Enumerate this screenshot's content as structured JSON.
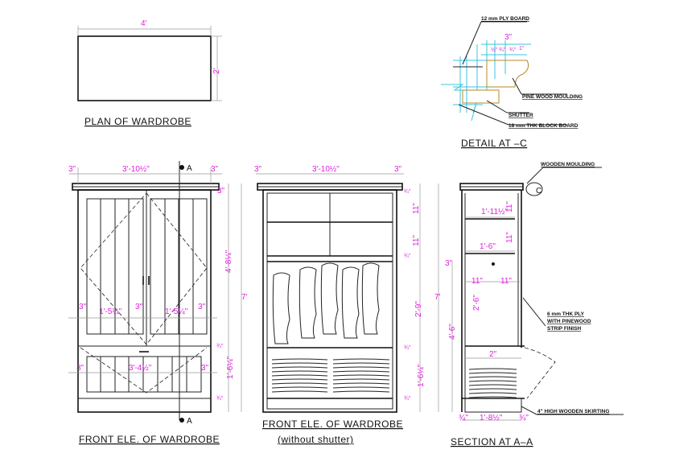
{
  "titles": {
    "plan": "PLAN OF  WARDROBE",
    "front": "FRONT ELE. OF  WARDROBE",
    "front_open": "FRONT ELE. OF WARDROBE",
    "front_open_sub": "(without shutter)",
    "section": "SECTION AT A–A",
    "detail": "DETAIL AT –C"
  },
  "plan": {
    "width": "4'",
    "depth": "2'"
  },
  "front": {
    "overall_width": "3'-10½\"",
    "side": "3\"",
    "overhang": "¾\"",
    "height": "7'",
    "upper_height": "4'-8¼\"",
    "lower_height": "1'-6¼\"",
    "door_width": "1'-5¼\"",
    "drawer_width": "3'-4½\"",
    "small": "¾\"",
    "section_mark": "A"
  },
  "front_open": {
    "overall_width": "3'-10½\"",
    "side": "3\"",
    "height": "7'",
    "shelf": "11\"",
    "hanging": "2'-9\"",
    "lower": "1'-6¼\"",
    "small": "¾\""
  },
  "section": {
    "top_depth": "1'-11½\"",
    "shelf_depth": "1'-6\"",
    "shelf_h": "11\"",
    "half": "11\"",
    "hang": "2'-6\"",
    "lower_h": "4'-6\"",
    "drawer": "2\"",
    "base": "1'-8½\"",
    "side": "¾\"",
    "height": "7'",
    "gap": "3\"",
    "marker": "C",
    "notes": {
      "moulding": "WOODEN  MOULDING",
      "ply1": "6 mm  THK  PLY",
      "ply2": "WITH  PINEWOOD",
      "ply3": "STRIP  FINISH",
      "skirting": "4\"  HIGH  WOODEN  SKIRTING"
    }
  },
  "detail": {
    "notes": {
      "ply": "12 mm  PLY BOARD",
      "moulding": "PINE WOOD MOULDING",
      "shutter": "SHUTTER",
      "block": "18 mm  THK  BLOCK  BOARD"
    },
    "dims": [
      "3\"",
      "½\"",
      "¾\"",
      "¾\"",
      "1\""
    ]
  },
  "colors": {
    "dimension": "#e020e0",
    "detail_lines": "#3ac6e0",
    "moulding": "#b58a2a"
  }
}
